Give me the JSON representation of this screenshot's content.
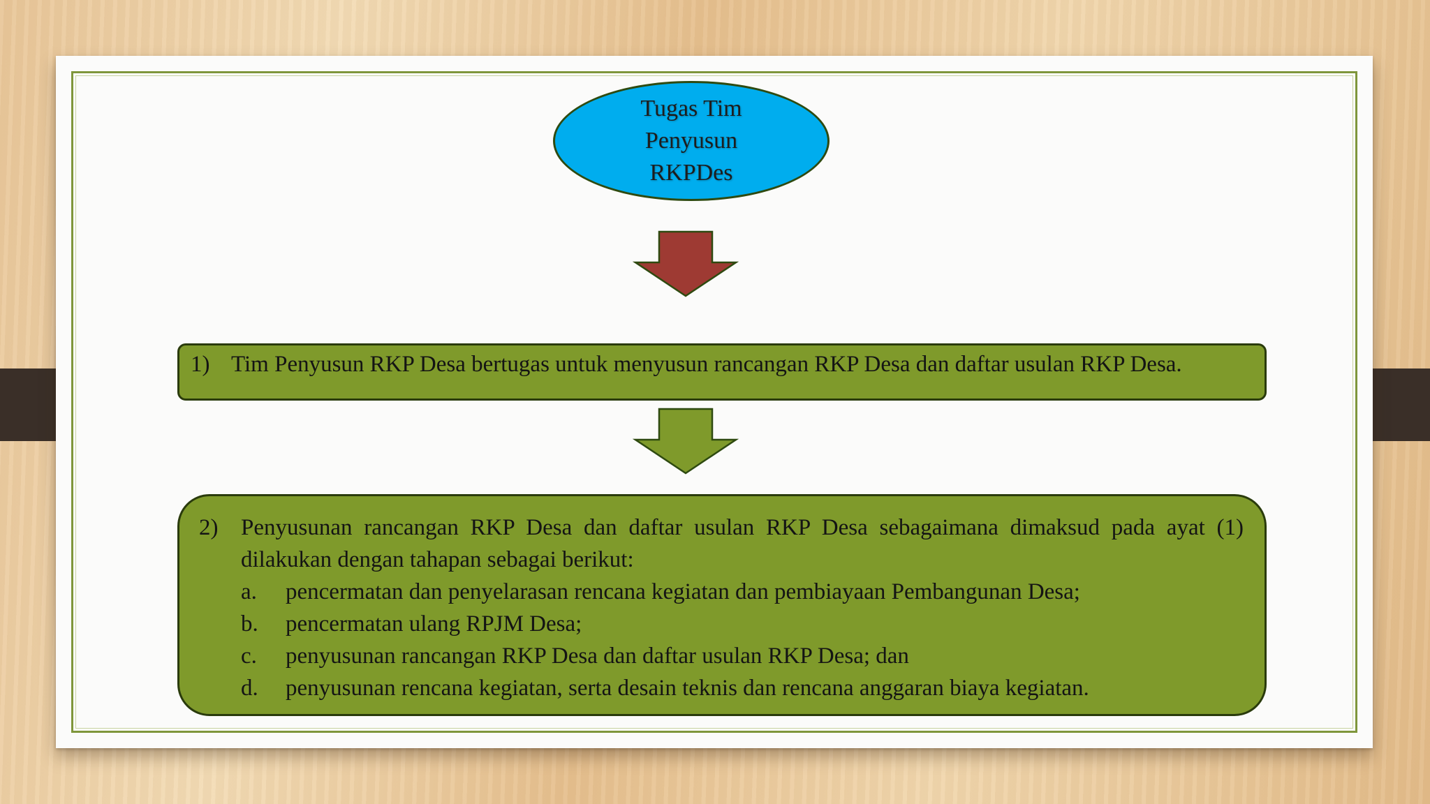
{
  "diagram": {
    "title": "Tugas Tim Penyusun RKPDes",
    "step_1": {
      "number": "1)",
      "text": "Tim Penyusun RKP Desa bertugas untuk menyusun rancangan RKP Desa dan daftar usulan RKP Desa."
    },
    "step_2": {
      "number": "2)",
      "text": "Penyusunan rancangan RKP Desa dan daftar usulan RKP Desa sebagaimana dimaksud pada ayat (1) dilakukan dengan tahapan sebagai berikut:",
      "items": [
        {
          "label": "a.",
          "text": "pencermatan dan penyelarasan rencana kegiatan dan pembiayaan Pembangunan Desa;"
        },
        {
          "label": "b.",
          "text": "pencermatan ulang RPJM Desa;"
        },
        {
          "label": "c.",
          "text": "penyusunan rancangan RKP Desa dan daftar usulan RKP Desa; dan"
        },
        {
          "label": "d.",
          "text": "penyusunan rencana kegiatan, serta desain teknis dan rencana anggaran biaya kegiatan."
        }
      ]
    },
    "colors": {
      "ellipse_fill": "#00adee",
      "box_fill": "#7f9a2b",
      "arrow_red": "#9e3a33",
      "arrow_green": "#7f9a2b",
      "frame": "#7f963b",
      "strap": "#3a2f28"
    }
  }
}
